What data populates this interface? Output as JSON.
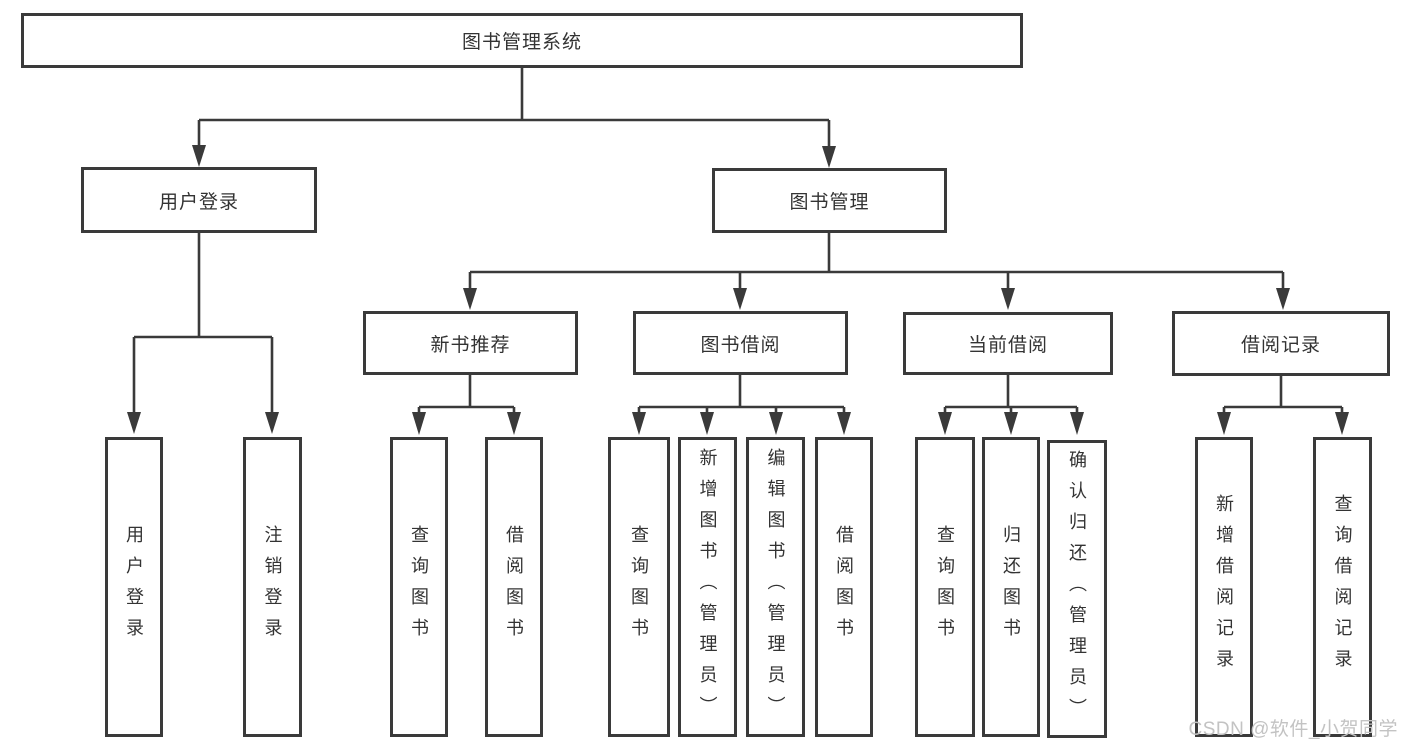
{
  "diagram": {
    "root": {
      "label": "图书管理系统",
      "children": [
        {
          "label": "用户登录",
          "children": [
            {
              "label": "用户登录"
            },
            {
              "label": "注销登录"
            }
          ]
        },
        {
          "label": "图书管理",
          "children": [
            {
              "label": "新书推荐",
              "children": [
                {
                  "label": "查询图书"
                },
                {
                  "label": "借阅图书"
                }
              ]
            },
            {
              "label": "图书借阅",
              "children": [
                {
                  "label": "查询图书"
                },
                {
                  "label": "新增图书（管理员）"
                },
                {
                  "label": "编辑图书（管理员）"
                },
                {
                  "label": "借阅图书"
                }
              ]
            },
            {
              "label": "当前借阅",
              "children": [
                {
                  "label": "查询图书"
                },
                {
                  "label": "归还图书"
                },
                {
                  "label": "确认归还（管理员）"
                }
              ]
            },
            {
              "label": "借阅记录",
              "children": [
                {
                  "label": "新增借阅记录"
                },
                {
                  "label": "查询借阅记录"
                }
              ]
            }
          ]
        }
      ]
    }
  },
  "watermark": {
    "text": "CSDN @软件_小贺同学"
  },
  "colors": {
    "line": "#3a3a3a",
    "box_border": "#3a3a3a",
    "text": "#333333",
    "watermark": "#c3c3c3",
    "background": "#ffffff"
  }
}
